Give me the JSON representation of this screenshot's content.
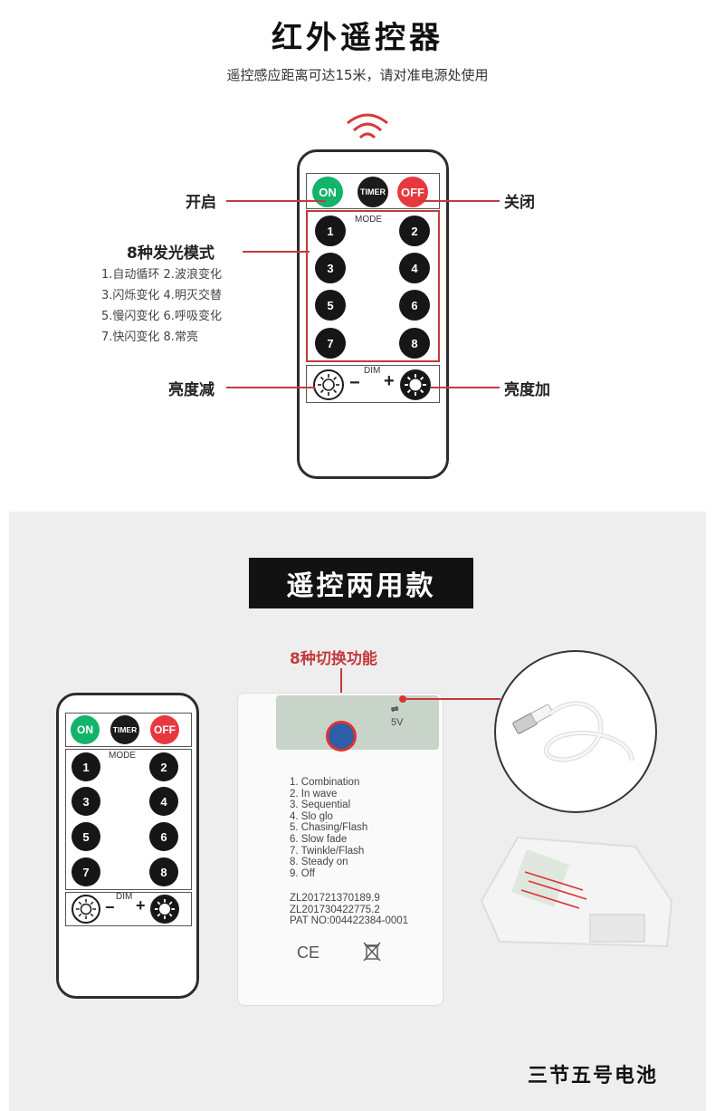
{
  "header": {
    "title": "红外遥控器",
    "subtitle": "遥控感应距离可达15米，请对准电源处使用"
  },
  "remote": {
    "on": "ON",
    "timer": "TIMER",
    "off": "OFF",
    "mode": "MODE",
    "dim": "DIM",
    "minus": "−",
    "plus": "+",
    "numbers": [
      "1",
      "2",
      "3",
      "4",
      "5",
      "6",
      "7",
      "8"
    ]
  },
  "callouts": {
    "on": "开启",
    "off": "关闭",
    "modes_title": "8种发光模式",
    "modes": [
      "1.自动循环 2.波浪变化",
      "3.闪烁变化 4.明灭交替",
      "5.慢闪变化 6.呼吸变化",
      "7.快闪变化 8.常亮"
    ],
    "dim_down": "亮度减",
    "dim_up": "亮度加"
  },
  "lower": {
    "banner": "遥控两用款",
    "switch_label": "8种切换功能",
    "batteries": "三节五号电池",
    "usb_5v": "5V",
    "case_print": [
      "1. Combination",
      "2. In wave",
      "3. Sequential",
      "4. Slo glo",
      "5. Chasing/Flash",
      "6. Slow fade",
      "7. Twinkle/Flash",
      "8. Steady on",
      "9. Off"
    ],
    "patents": [
      "ZL201721370189.9",
      "ZL201730422775.2",
      "PAT NO:004422384-0001"
    ],
    "ce": "CE"
  },
  "colors": {
    "accent_red": "#c33b3b",
    "on_green": "#14b36b",
    "off_red": "#e8383f"
  }
}
